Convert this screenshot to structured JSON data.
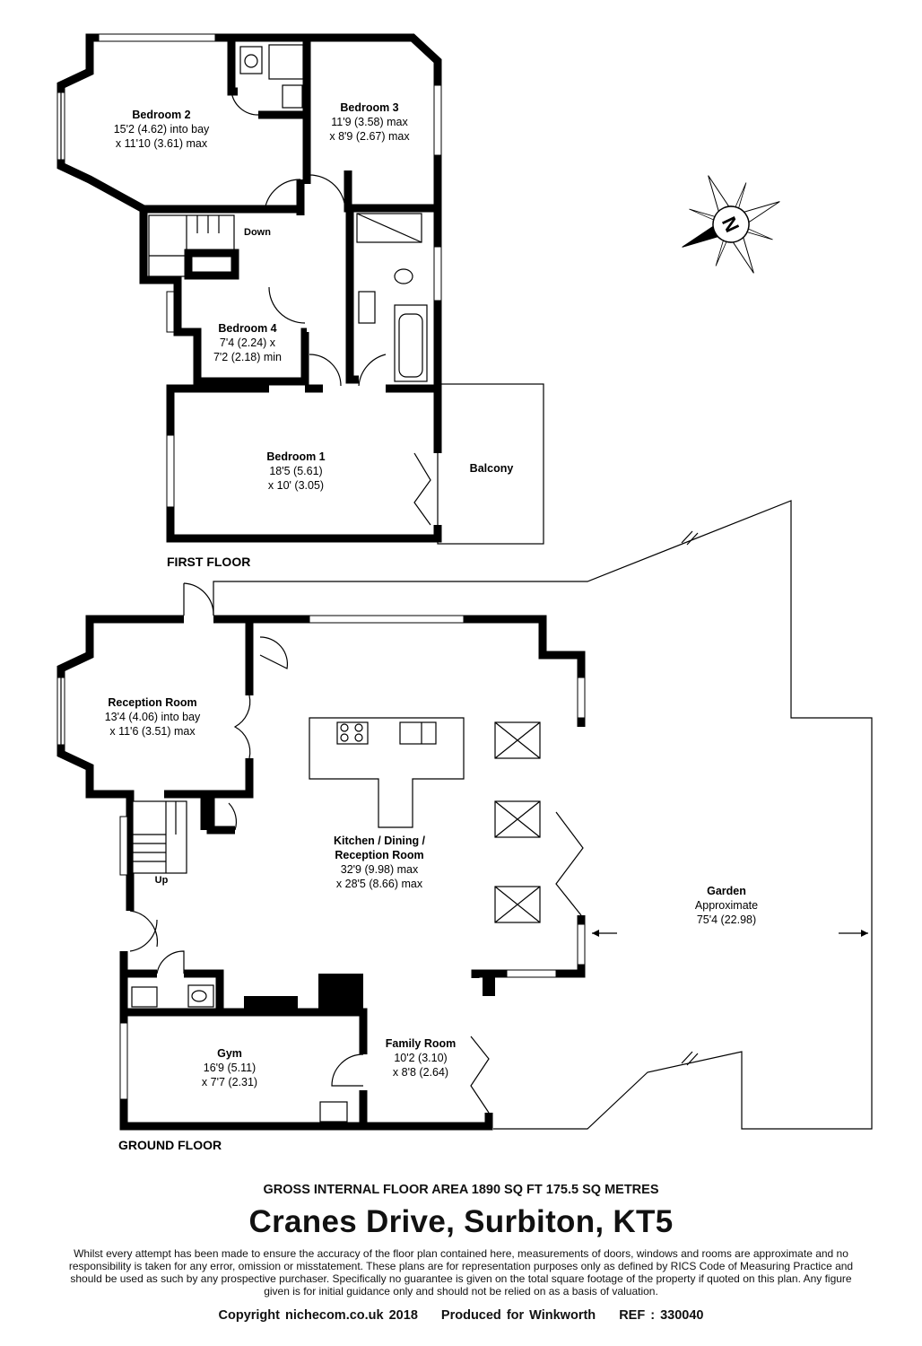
{
  "floors": {
    "first_floor_label": "FIRST FLOOR",
    "ground_floor_label": "GROUND FLOOR"
  },
  "rooms": {
    "bedroom2": {
      "name": "Bedroom 2",
      "dim1": "15'2 (4.62) into bay",
      "dim2": "x 11'10 (3.61) max"
    },
    "bedroom3": {
      "name": "Bedroom 3",
      "dim1": "11'9 (3.58) max",
      "dim2": "x 8'9 (2.67) max"
    },
    "bedroom4": {
      "name": "Bedroom 4",
      "dim1": "7'4 (2.24) x",
      "dim2": "7'2 (2.18) min"
    },
    "bedroom1": {
      "name": "Bedroom 1",
      "dim1": "18'5 (5.61)",
      "dim2": "x 10' (3.05)"
    },
    "balcony": {
      "name": "Balcony"
    },
    "reception": {
      "name": "Reception Room",
      "dim1": "13'4 (4.06) into bay",
      "dim2": "x 11'6 (3.51) max"
    },
    "kitchen": {
      "name1": "Kitchen / Dining /",
      "name2": "Reception Room",
      "dim1": "32'9 (9.98) max",
      "dim2": "x 28'5 (8.66) max"
    },
    "garden": {
      "name": "Garden",
      "dim1": "Approximate",
      "dim2": "75'4 (22.98)"
    },
    "gym": {
      "name": "Gym",
      "dim1": "16'9 (5.11)",
      "dim2": "x 7'7 (2.31)"
    },
    "family": {
      "name": "Family Room",
      "dim1": "10'2 (3.10)",
      "dim2": "x 8'8 (2.64)"
    }
  },
  "stairs": {
    "down_label": "Down",
    "up_label": "Up"
  },
  "compass": {
    "label": "N"
  },
  "footer": {
    "gross_area": "GROSS INTERNAL FLOOR AREA 1890 SQ FT 175.5 SQ METRES",
    "address": "Cranes Drive, Surbiton, KT5",
    "disclaimer": "Whilst every attempt has been made to ensure the accuracy of the floor plan contained here, measurements of doors, windows and rooms are approximate and no responsibility is taken for any error, omission or misstatement. These plans are for representation purposes only as defined by RICS Code of Measuring Practice and should be used as such by any prospective purchaser.  Specifically no guarantee is given on the total square footage of the property if quoted on this plan. Any figure given is for initial guidance only and should not be relied on as a basis of valuation.",
    "copyright": "Copyright nichecom.co.uk 2018",
    "produced_for": "Produced for Winkworth",
    "reference": "REF : 330040"
  }
}
